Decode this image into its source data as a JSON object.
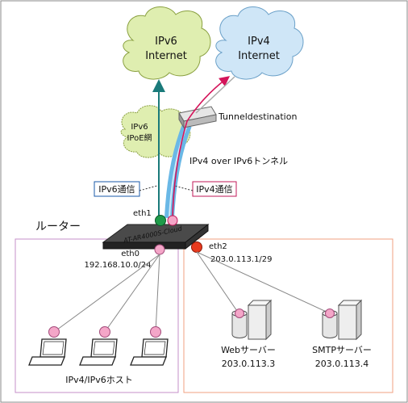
{
  "clouds": {
    "ipv6_internet": {
      "line1": "IPv6",
      "line2": "Internet"
    },
    "ipv4_internet": {
      "line1": "IPv4",
      "line2": "Internet"
    },
    "ipoe": {
      "line1": "IPv6",
      "line2": "IPoE網"
    }
  },
  "tunnel": {
    "destination_label": "Tunneldestination",
    "tunnel_label": "IPv4 over IPv6トンネル"
  },
  "callouts": {
    "ipv6_comm": "IPv6通信",
    "ipv4_comm": "IPv4通信"
  },
  "router": {
    "title": "ルーター",
    "model": "AT-AR4000S-Cloud",
    "eth1": "eth1",
    "eth0": "eth0",
    "eth0_addr": "192.168.10.0/24",
    "eth2": "eth2",
    "eth2_addr": "203.0.113.1/29"
  },
  "lan": {
    "hosts_label": "IPv4/IPv6ホスト"
  },
  "dmz": {
    "web": {
      "name": "Webサーバー",
      "addr": "203.0.113.3"
    },
    "smtp": {
      "name": "SMTPサーバー",
      "addr": "203.0.113.4"
    }
  },
  "colors": {
    "ipv6_arrow": "#1a7a7a",
    "ipv4_arrow": "#d4145a",
    "tunnel": "#6ab8e6",
    "lan_border": "#c58fc8",
    "dmz_border": "#f0a080",
    "host_dot": "#f4a6c8",
    "eth1_dot": "#1f9b4a",
    "eth2_dot": "#e83a1e"
  }
}
